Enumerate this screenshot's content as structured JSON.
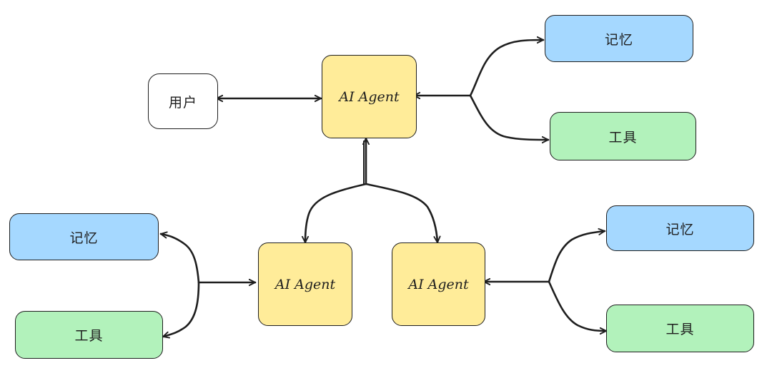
{
  "colors": {
    "agent": "#ffec99",
    "memory": "#a5d8ff",
    "tool": "#b2f2bb",
    "user": "#ffffff",
    "stroke": "#1e1e1e"
  },
  "nodes": {
    "user": "用户",
    "agent_top": "AI Agent",
    "agent_left": "AI Agent",
    "agent_right": "AI Agent",
    "memory_top": "记忆",
    "tool_top": "工具",
    "memory_left": "记忆",
    "tool_left": "工具",
    "memory_right": "记忆",
    "tool_right": "工具"
  },
  "edges": [
    {
      "from": "user",
      "to": "agent_top",
      "direction": "both"
    },
    {
      "from": "agent_top",
      "to": "memory_top",
      "direction": "both"
    },
    {
      "from": "agent_top",
      "to": "tool_top",
      "direction": "both"
    },
    {
      "from": "agent_top",
      "to": "agent_left",
      "direction": "both"
    },
    {
      "from": "agent_top",
      "to": "agent_right",
      "direction": "both"
    },
    {
      "from": "agent_left",
      "to": "memory_left",
      "direction": "both"
    },
    {
      "from": "agent_left",
      "to": "tool_left",
      "direction": "both"
    },
    {
      "from": "agent_right",
      "to": "memory_right",
      "direction": "both"
    },
    {
      "from": "agent_right",
      "to": "tool_right",
      "direction": "both"
    }
  ]
}
